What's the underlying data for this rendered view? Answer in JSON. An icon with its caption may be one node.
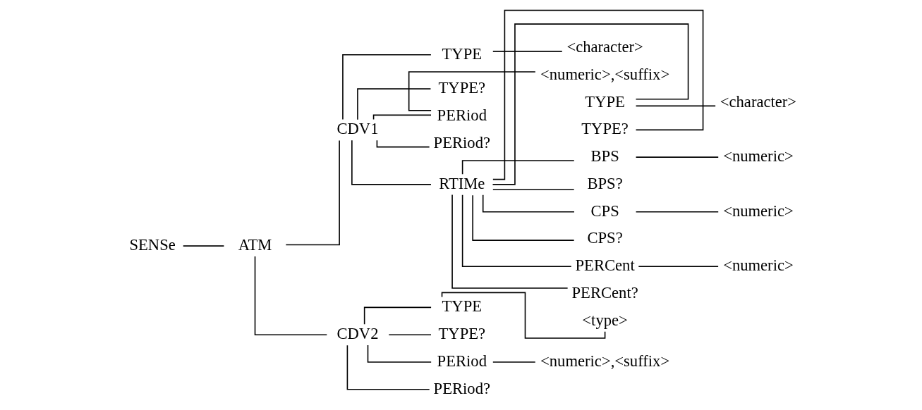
{
  "diagram": {
    "nodes": [
      {
        "text": [
          "SENSe"
        ]
      },
      {
        "text": [
          "ATM"
        ]
      },
      {
        "text": [
          "CDV1"
        ]
      },
      {
        "text": [
          "TYPE"
        ]
      },
      {
        "text": [
          "<character>"
        ]
      },
      {
        "text": [
          "TYPE?"
        ]
      },
      {
        "text": [
          "PERiod"
        ]
      },
      {
        "text": [
          "<numeric>,<suffix>"
        ]
      },
      {
        "text": [
          "PERiod?"
        ]
      },
      {
        "text": [
          "RTIMe"
        ]
      },
      {
        "text": [
          "TYPE"
        ]
      },
      {
        "text": [
          "<character>"
        ]
      },
      {
        "text": [
          "TYPE?"
        ]
      },
      {
        "text": [
          "BPS"
        ]
      },
      {
        "text": [
          "<numeric>"
        ]
      },
      {
        "text": [
          "BPS?"
        ]
      },
      {
        "text": [
          "CPS"
        ]
      },
      {
        "text": [
          "<numeric>"
        ]
      },
      {
        "text": [
          "CPS?"
        ]
      },
      {
        "text": [
          "PERCent"
        ]
      },
      {
        "text": [
          "<numeric>"
        ]
      },
      {
        "text": [
          "PERCent?"
        ]
      },
      {
        "text": [
          "CDV2"
        ]
      },
      {
        "text": [
          "TYPE"
        ]
      },
      {
        "text": [
          "<type>"
        ]
      },
      {
        "text": [
          "TYPE?"
        ]
      },
      {
        "text": [
          "PERiod"
        ]
      },
      {
        "text": [
          "<numeric>,<suffix>"
        ]
      },
      {
        "text": [
          "PERiod?"
        ]
      }
    ],
    "edges": [
      {
        "from": 0,
        "to": 1,
        "arrow": "none"
      },
      {
        "from": 1,
        "to": 2,
        "arrow": "none"
      },
      {
        "from": 2,
        "to": 3,
        "arrow": "none"
      },
      {
        "from": 3,
        "to": 4,
        "arrow": "none"
      },
      {
        "from": 2,
        "to": 5,
        "arrow": "none"
      },
      {
        "from": 2,
        "to": 6,
        "arrow": "none"
      },
      {
        "from": 6,
        "to": 7,
        "arrow": "none"
      },
      {
        "from": 2,
        "to": 8,
        "arrow": "none"
      },
      {
        "from": 2,
        "to": 9,
        "arrow": "none"
      },
      {
        "from": 9,
        "to": 10,
        "arrow": "none"
      },
      {
        "from": 10,
        "to": 11,
        "arrow": "none"
      },
      {
        "from": 9,
        "to": 12,
        "arrow": "none"
      },
      {
        "from": 9,
        "to": 13,
        "arrow": "none"
      },
      {
        "from": 13,
        "to": 14,
        "arrow": "none"
      },
      {
        "from": 9,
        "to": 15,
        "arrow": "none"
      },
      {
        "from": 9,
        "to": 16,
        "arrow": "none"
      },
      {
        "from": 16,
        "to": 17,
        "arrow": "none"
      },
      {
        "from": 9,
        "to": 18,
        "arrow": "none"
      },
      {
        "from": 9,
        "to": 19,
        "arrow": "none"
      },
      {
        "from": 19,
        "to": 20,
        "arrow": "none"
      },
      {
        "from": 9,
        "to": 21,
        "arrow": "none"
      },
      {
        "from": 1,
        "to": 22,
        "arrow": "none"
      },
      {
        "from": 22,
        "to": 23,
        "arrow": "none"
      },
      {
        "from": 23,
        "to": 24,
        "arrow": "none"
      },
      {
        "from": 22,
        "to": 25,
        "arrow": "none"
      },
      {
        "from": 22,
        "to": 26,
        "arrow": "none"
      },
      {
        "from": 26,
        "to": 27,
        "arrow": "none"
      },
      {
        "from": 22,
        "to": 28,
        "arrow": "none"
      }
    ]
  }
}
